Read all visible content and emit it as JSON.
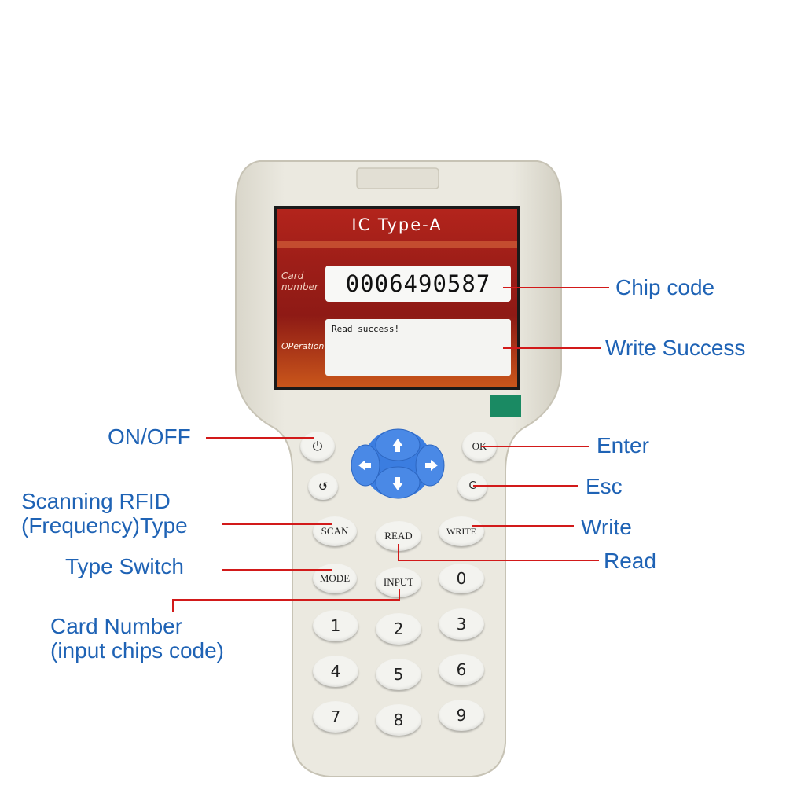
{
  "screen": {
    "title": "IC Type-A",
    "card_label": "Card number",
    "card_number": "0006490587",
    "operation_label": "OPeration",
    "message": "Read success!"
  },
  "keys": {
    "power": "⏻",
    "back": "↺",
    "ok": "OK",
    "c": "C",
    "scan": "SCAN",
    "read": "READ",
    "write": "WRITE",
    "mode": "MODE",
    "input": "INPUT",
    "zero": "0",
    "digits": [
      "1",
      "2",
      "3",
      "4",
      "5",
      "6",
      "7",
      "8",
      "9"
    ]
  },
  "labels": {
    "chip_code": "Chip code",
    "write_success": "Write Success",
    "on_off": "ON/OFF",
    "enter": "Enter",
    "esc": "Esc",
    "scanning_line1": "Scanning RFID",
    "scanning_line2": "(Frequency)Type",
    "write": "Write",
    "read": "Read",
    "type_switch": "Type Switch",
    "card_number_line1": "Card Number",
    "card_number_line2": "(input chips code)"
  },
  "colors": {
    "label": "#1f63b5",
    "line": "#d21a1a",
    "device": "#e6e3d8",
    "nav_pad": "#3b7de0"
  }
}
